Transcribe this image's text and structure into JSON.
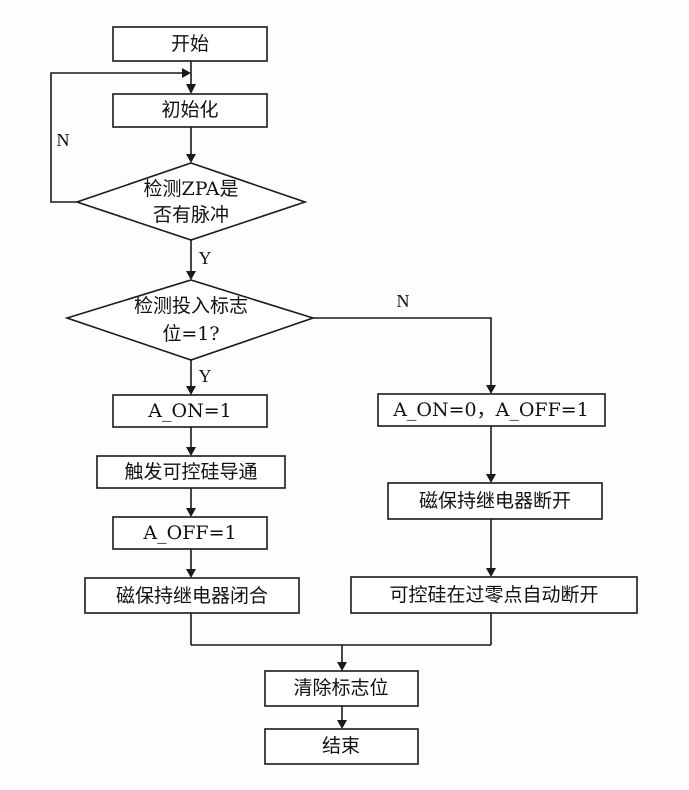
{
  "nodes": {
    "start": "开始",
    "init": "初始化",
    "zpa_1": "检测ZPA是",
    "zpa_2": "否有脉冲",
    "flag_1": "检测投入标志",
    "flag_2": "位=1?",
    "aon": "A_ON=1",
    "trigger": "触发可控硅导通",
    "aoff": "A_OFF=1",
    "close": "磁保持继电器闭合",
    "set_off": "A_ON=0，A_OFF=1",
    "open": "磁保持继电器断开",
    "scr_off": "可控硅在过零点自动断开",
    "clear": "清除标志位",
    "end": "结束"
  },
  "labels": {
    "zpa_no": "N",
    "zpa_yes": "Y",
    "flag_no": "N",
    "flag_yes": "Y"
  }
}
